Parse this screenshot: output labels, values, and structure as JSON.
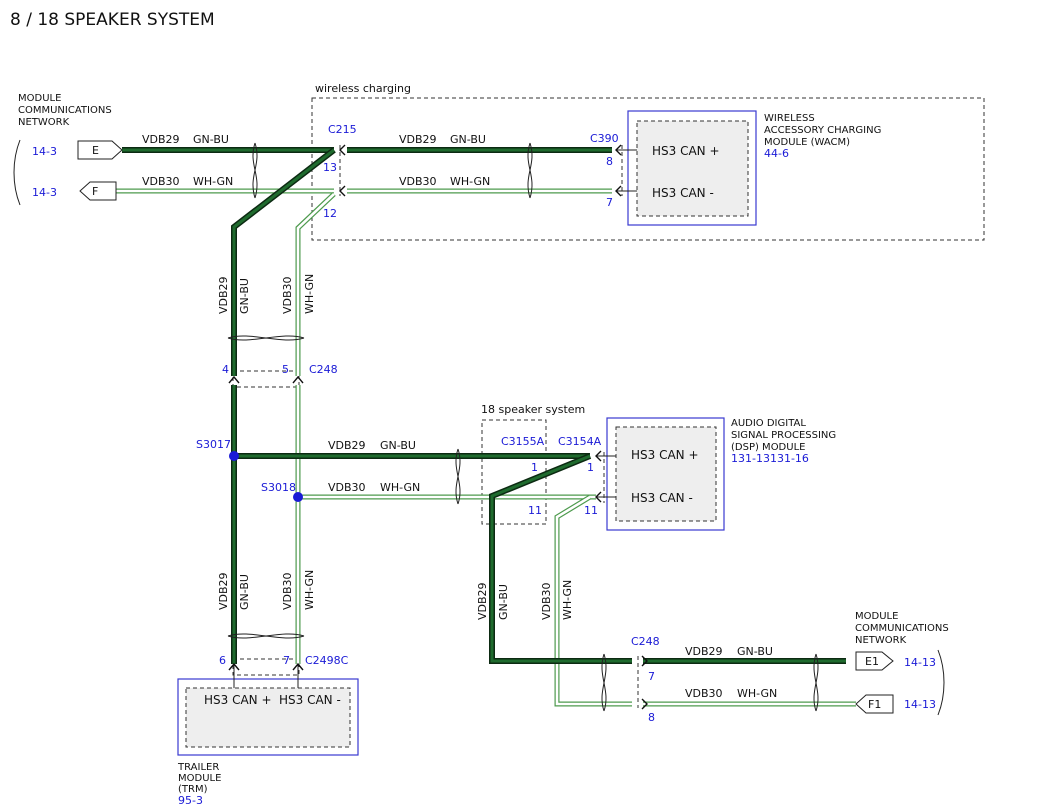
{
  "title": "8 / 18 SPEAKER SYSTEM",
  "wires": {
    "vdb29": "VDB29",
    "vdb30": "VDB30",
    "gnbu": "GN-BU",
    "whgn": "WH-GN"
  },
  "zones": {
    "wireless": "wireless charging",
    "speaker": "18 speaker system"
  },
  "connectors": {
    "c215": "C215",
    "c390": "C390",
    "c248": "C248",
    "c3155a": "C3155A",
    "c3154a": "C3154A",
    "c248b": "C248",
    "c2498c": "C2498C"
  },
  "splices": {
    "s3017": "S3017",
    "s3018": "S3018"
  },
  "pins": {
    "c215_13": "13",
    "c215_12": "12",
    "c390_8": "8",
    "c390_7": "7",
    "c248_4": "4",
    "c248_5": "5",
    "c3155a_1": "1",
    "c3155a_11": "11",
    "c3154a_1": "1",
    "c3154a_11": "11",
    "c248b_7": "7",
    "c248b_8": "8",
    "c2498c_6": "6",
    "c2498c_7": "7"
  },
  "networks": {
    "left": {
      "label": [
        "MODULE",
        "COMMUNICATIONS",
        "NETWORK"
      ],
      "ref_e": "14-3",
      "ref_f": "14-3",
      "plug_e": "E",
      "plug_f": "F"
    },
    "right": {
      "label": [
        "MODULE",
        "COMMUNICATIONS",
        "NETWORK"
      ],
      "ref_e1": "14-13",
      "ref_f1": "14-13",
      "plug_e1": "E1",
      "plug_f1": "F1"
    }
  },
  "modules": {
    "wacm": {
      "name": [
        "WIRELESS",
        "ACCESSORY CHARGING",
        "MODULE (WACM)"
      ],
      "ref": "44-6",
      "pin_plus": "HS3 CAN +",
      "pin_minus": "HS3 CAN -"
    },
    "dsp": {
      "name": [
        "AUDIO DIGITAL",
        "SIGNAL PROCESSING",
        "(DSP) MODULE"
      ],
      "ref": "131-13131-16",
      "pin_plus": "HS3 CAN +",
      "pin_minus": "HS3 CAN -"
    },
    "trm": {
      "name": [
        "TRAILER",
        "MODULE",
        "(TRM)"
      ],
      "ref": "95-3",
      "pin_plus": "HS3 CAN +",
      "pin_minus": "HS3 CAN -"
    }
  },
  "colors": {
    "gnbu_dark": "#0c2a12",
    "gnbu_mid": "#1f6b2e",
    "whgn": "#4d9a4d",
    "ref_blue": "#1a1ad6",
    "module_border": "#3a3ad0"
  }
}
